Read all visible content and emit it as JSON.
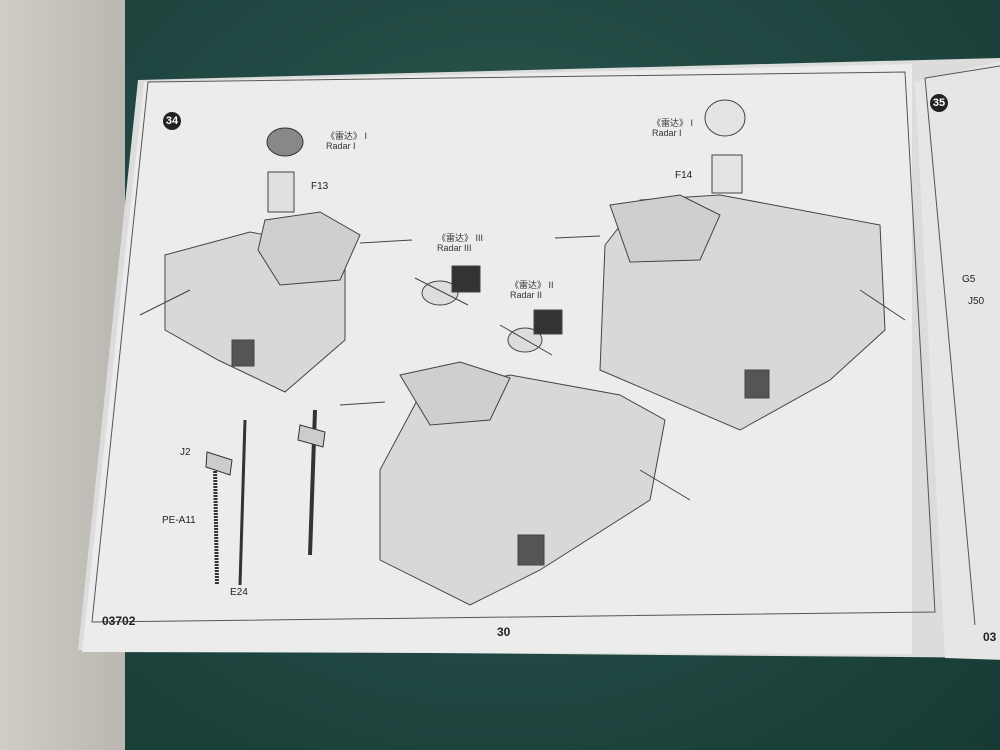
{
  "manual": {
    "left_page": {
      "step_number": "34",
      "radar_1_left": {
        "cn": "《雷达》 I",
        "en": "Radar I"
      },
      "radar_3": {
        "cn": "《雷达》 III",
        "en": "Radar III"
      },
      "radar_2": {
        "cn": "《雷达》 II",
        "en": "Radar II"
      },
      "radar_1_right": {
        "cn": "《雷达》 I",
        "en": "Radar I"
      },
      "parts": {
        "f13": "F13",
        "f14": "F14",
        "j2": "J2",
        "pe_a11": "PE-A11",
        "e24": "E24"
      },
      "kit_code": "03702",
      "page_number": "30"
    },
    "right_page": {
      "step_number": "35",
      "parts": {
        "g5": "G5",
        "j50": "J50"
      },
      "kit_code_partial": "03"
    }
  }
}
